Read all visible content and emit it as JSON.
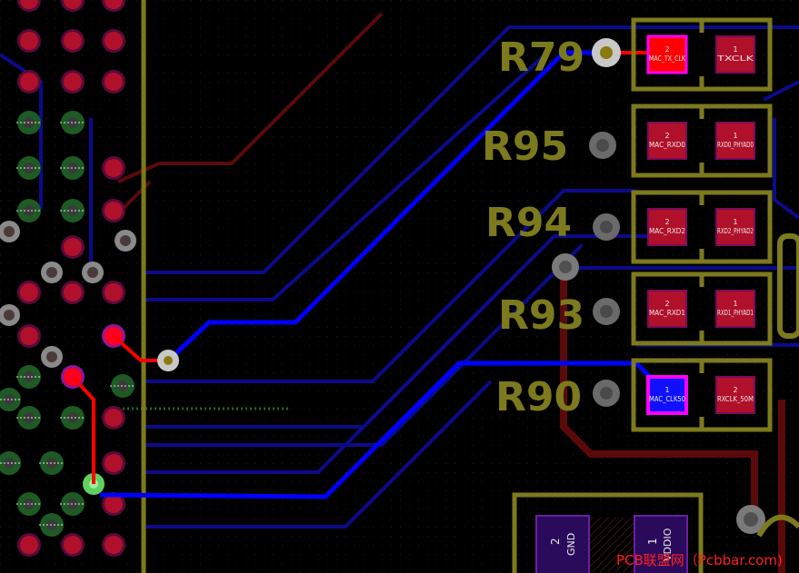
{
  "canvas": {
    "background": "#000000",
    "dot_grid": true
  },
  "colors": {
    "top_copper": "#ff0000",
    "bottom_copper": "#0000ff",
    "bottom_copper_dim": "#0a0a9a",
    "inner_trace": "#5a0a0a",
    "pad_fill": "#b0102a",
    "silkscreen": "#7d7a1e",
    "via_ring": "#bfbfbf",
    "highlight": "#ff00ff",
    "watermark": "#ff2020"
  },
  "components": [
    {
      "ref": "R79",
      "pads": [
        {
          "num": "2",
          "net": "MAC_TX_CLK",
          "state": "selected-top"
        },
        {
          "num": "1",
          "net": "TXCLK"
        }
      ]
    },
    {
      "ref": "R95",
      "pads": [
        {
          "num": "2",
          "net": "MAC_RXD0"
        },
        {
          "num": "1",
          "net": "RXD0_PHYAD0"
        }
      ]
    },
    {
      "ref": "R94",
      "pads": [
        {
          "num": "2",
          "net": "MAC_RXD2"
        },
        {
          "num": "1",
          "net": "RXD2_PHYAD2"
        }
      ]
    },
    {
      "ref": "R93",
      "pads": [
        {
          "num": "2",
          "net": "MAC_RXD1"
        },
        {
          "num": "1",
          "net": "RXD1_PHYAD1"
        }
      ]
    },
    {
      "ref": "R90",
      "pads": [
        {
          "num": "1",
          "net": "MAC_CLK50",
          "state": "highlighted"
        },
        {
          "num": "2",
          "net": "RXCLK_50M"
        }
      ]
    }
  ],
  "bottom_part": {
    "pads": [
      {
        "num": "2",
        "net": "GND"
      },
      {
        "num": "1",
        "net": "VDDIO"
      }
    ]
  },
  "watermark": "PCB联盟网（Pcbbar.com)"
}
